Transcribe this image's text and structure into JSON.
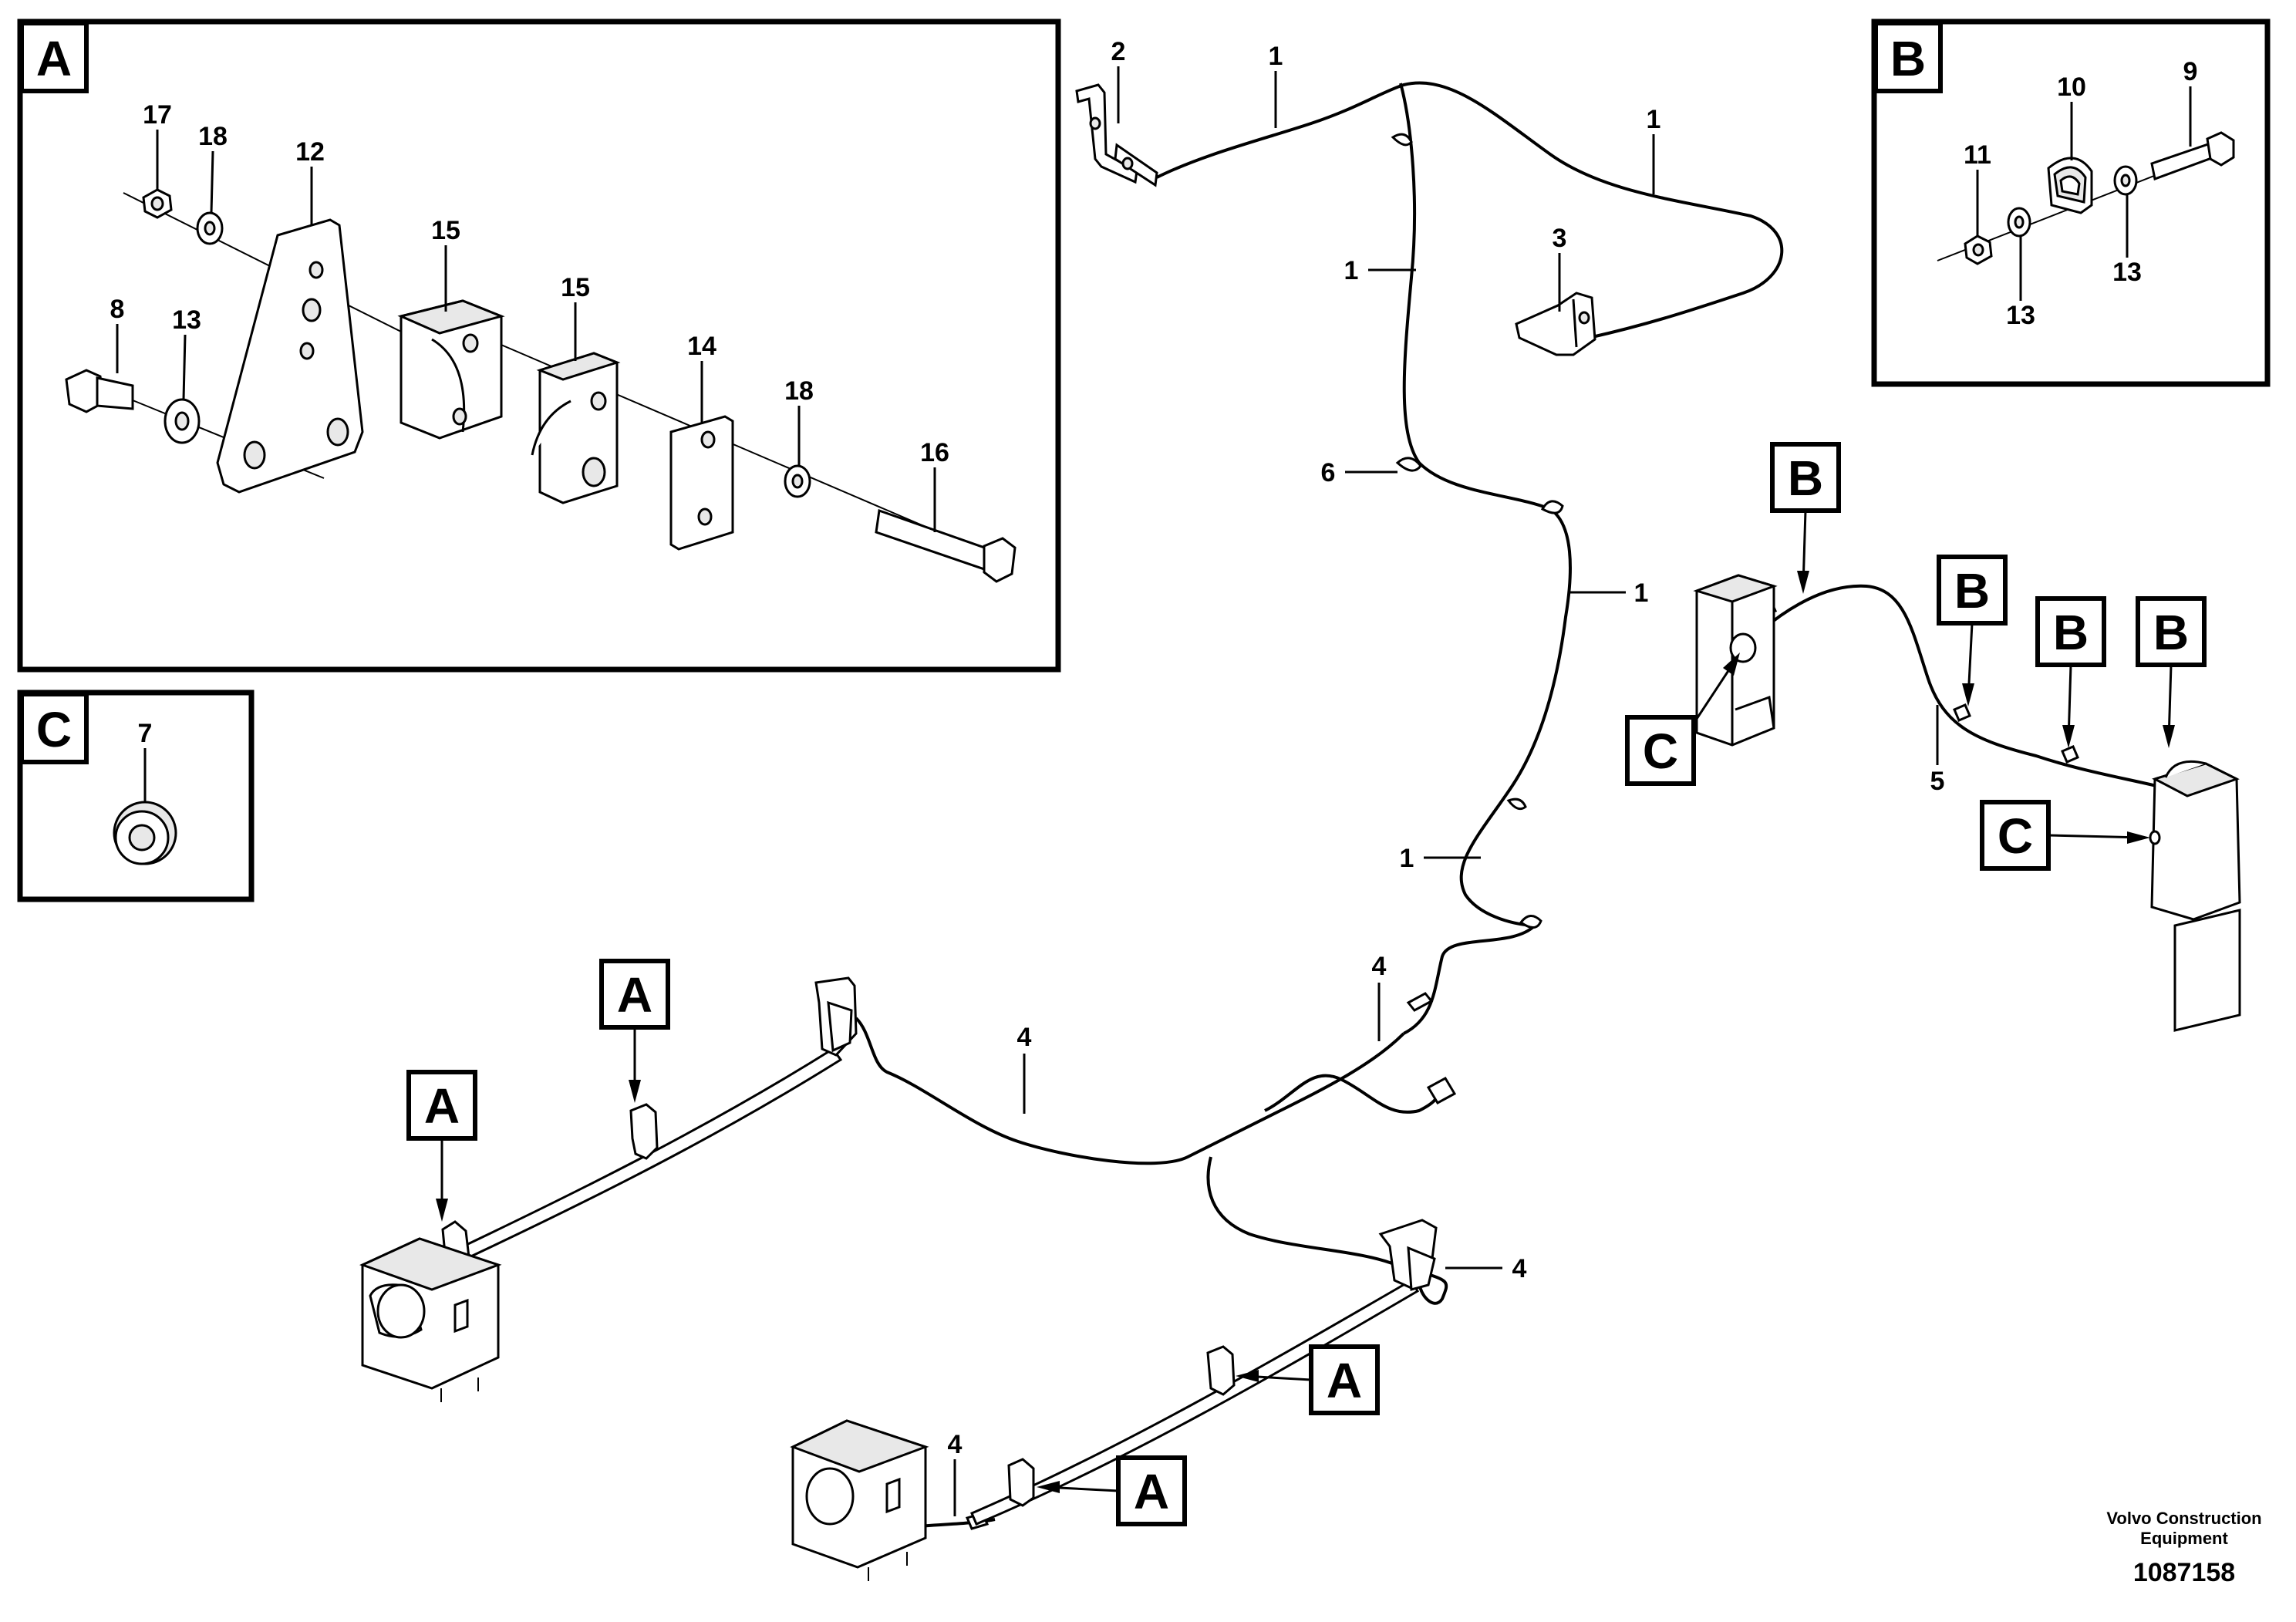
{
  "detail_boxes": {
    "a": {
      "label": "A"
    },
    "b": {
      "label": "B"
    },
    "c": {
      "label": "C"
    }
  },
  "callouts": {
    "a_17": "17",
    "a_18_top": "18",
    "a_12": "12",
    "a_15_left": "15",
    "a_15_right": "15",
    "a_8": "8",
    "a_13": "13",
    "a_14": "14",
    "a_18_bottom": "18",
    "a_16": "16",
    "b_11": "11",
    "b_10": "10",
    "b_9": "9",
    "b_13_left": "13",
    "b_13_right": "13",
    "c_7": "7",
    "m_2": "2",
    "m_1_top": "1",
    "m_1_right": "1",
    "m_3": "3",
    "m_1_mid": "1",
    "m_6": "6",
    "m_1_lower": "1",
    "m_1_bottom": "1",
    "m_4_mid": "4",
    "m_4_left": "4",
    "m_4_right": "4",
    "m_4_bottom": "4",
    "m_5": "5"
  },
  "tags": {
    "a1": "A",
    "a2": "A",
    "a3": "A",
    "a4": "A",
    "b1": "B",
    "b2": "B",
    "b3": "B",
    "b4": "B",
    "c1": "C",
    "c2": "C"
  },
  "footer": {
    "brand_line1": "Volvo Construction",
    "brand_line2": "Equipment",
    "drawing_number": "1087158"
  }
}
